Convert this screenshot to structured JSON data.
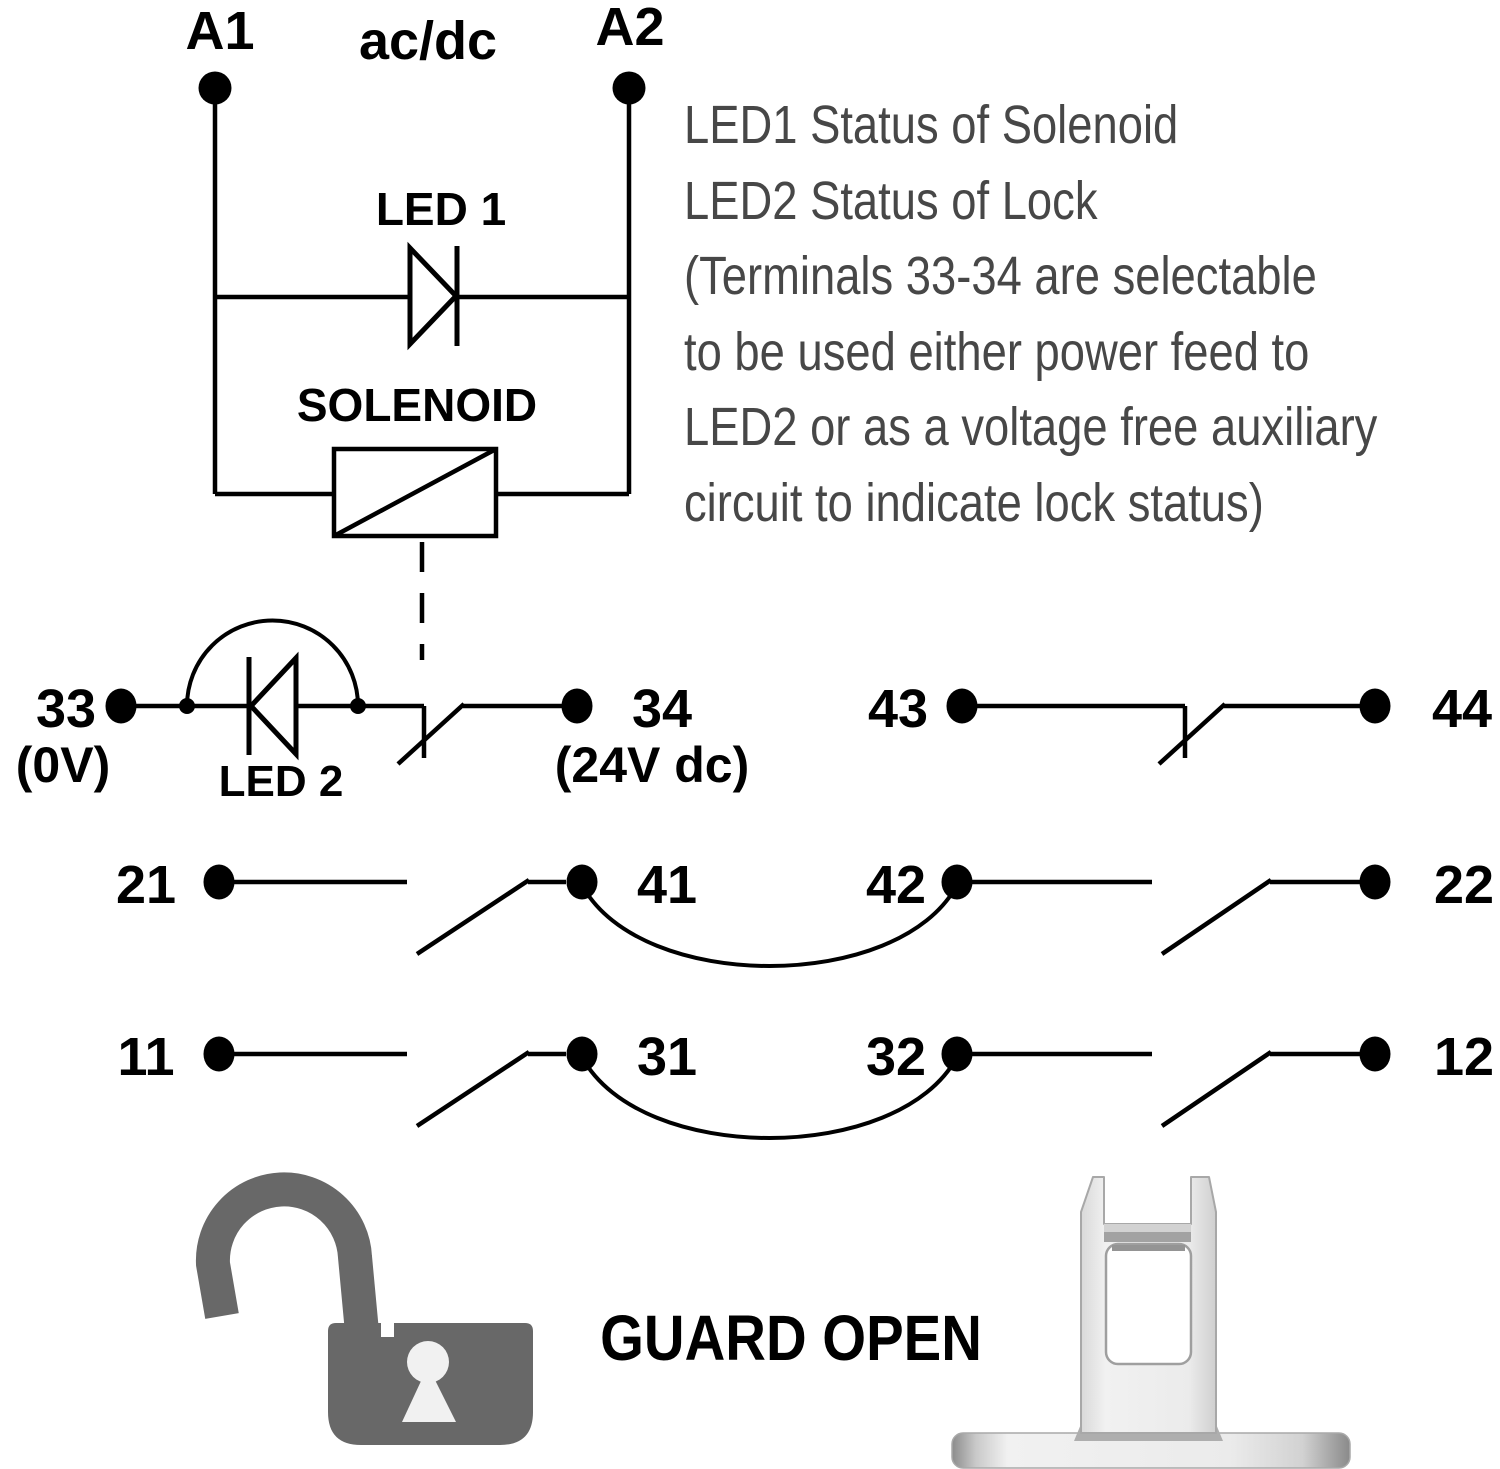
{
  "diagram": {
    "title_caption": "GUARD OPEN",
    "terminals": {
      "a1": "A1",
      "supply": "ac/dc",
      "a2": "A2",
      "led1": "LED 1",
      "solenoid": "SOLENOID",
      "t33": "33",
      "t33_sub": "(0V)",
      "led2": "LED 2",
      "t34": "34",
      "t34_sub": "(24V dc)",
      "t43": "43",
      "t44": "44",
      "t21": "21",
      "t41": "41",
      "t42": "42",
      "t22": "22",
      "t11": "11",
      "t31": "31",
      "t32": "32",
      "t12": "12"
    },
    "notes": [
      "LED1  Status of Solenoid",
      "LED2 Status of Lock",
      "(Terminals 33-34 are selectable",
      "to be used either power feed to",
      "LED2 or as a voltage free auxiliary",
      "circuit to indicate lock status)"
    ],
    "icons": {
      "padlock": "open-padlock-icon",
      "actuator": "actuator-key-icon"
    },
    "colors": {
      "line": "#000000",
      "note_text": "#474747",
      "padlock_gray": "#686868",
      "keyhole_light": "#f1f1f1",
      "actuator_light": "#ececec",
      "actuator_dark": "#8c8c8c"
    }
  }
}
